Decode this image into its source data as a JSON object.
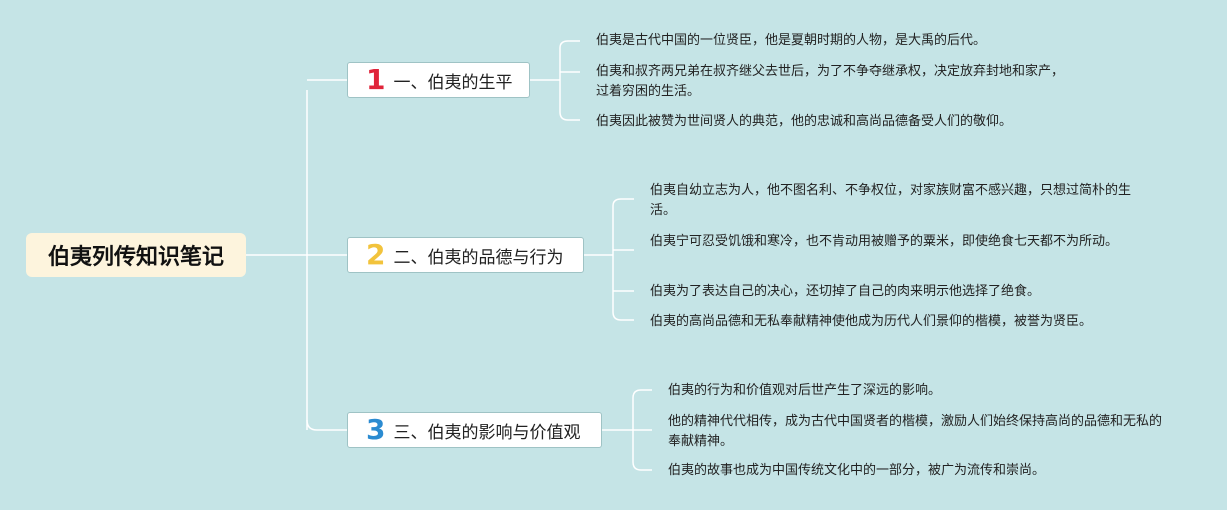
{
  "root": {
    "title": "伯夷列传知识笔记"
  },
  "colors": {
    "background": "#c5e4e6",
    "root_bg": "#fdf4dd",
    "line": "#ffffff",
    "num1": "#e0243a",
    "num2": "#f2c33c",
    "num3": "#2b8bd1"
  },
  "branches": [
    {
      "number": "1",
      "label": "一、伯夷的生平",
      "leaves": [
        "伯夷是古代中国的一位贤臣，他是夏朝时期的人物，是大禹的后代。",
        "伯夷和叔齐两兄弟在叔齐继父去世后，为了不争夺继承权，决定放弃封地和家产，过着穷困的生活。",
        "伯夷因此被赞为世间贤人的典范，他的忠诚和高尚品德备受人们的敬仰。"
      ]
    },
    {
      "number": "2",
      "label": "二、伯夷的品德与行为",
      "leaves": [
        "伯夷自幼立志为人，他不图名利、不争权位，对家族财富不感兴趣，只想过简朴的生活。",
        "伯夷宁可忍受饥饿和寒冷，也不肯动用被赠予的粟米，即使绝食七天都不为所动。",
        "伯夷为了表达自己的决心，还切掉了自己的肉来明示他选择了绝食。",
        "伯夷的高尚品德和无私奉献精神使他成为历代人们景仰的楷模，被誉为贤臣。"
      ]
    },
    {
      "number": "3",
      "label": "三、伯夷的影响与价值观",
      "leaves": [
        "伯夷的行为和价值观对后世产生了深远的影响。",
        "他的精神代代相传，成为古代中国贤者的楷模，激励人们始终保持高尚的品德和无私的奉献精神。",
        "伯夷的故事也成为中国传统文化中的一部分，被广为流传和崇尚。"
      ]
    }
  ]
}
